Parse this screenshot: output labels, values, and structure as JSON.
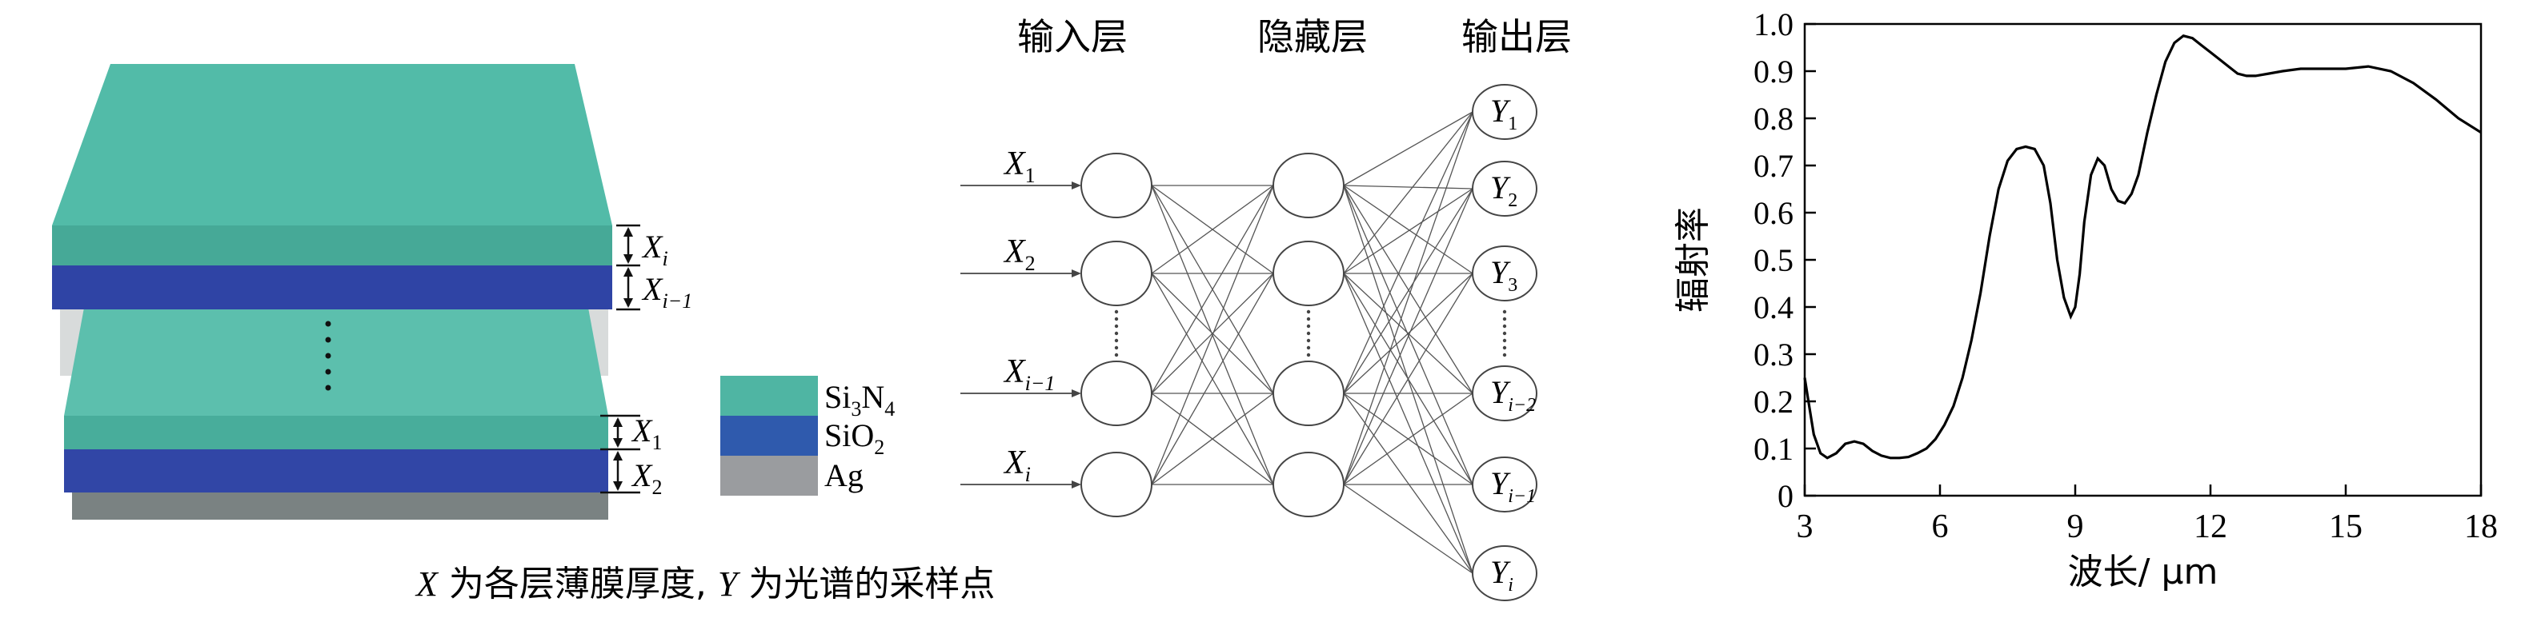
{
  "stack": {
    "xi_label": "X",
    "xi_sub": "i",
    "xi1_label": "X",
    "xi1_sub": "i−1",
    "x1_label": "X",
    "x1_sub": "1",
    "x2_label": "X",
    "x2_sub": "2",
    "dots": "⋮",
    "colors": {
      "si3n4_top": "#52bba8",
      "si3n4_side": "#46a997",
      "sio2": "#3045a6",
      "ag": "#7d8484",
      "gap": "#d6d9d9"
    }
  },
  "legend": {
    "items": [
      {
        "label_main": "Si",
        "label_sub": "3",
        "label_main2": "N",
        "label_sub2": "4",
        "color": "#4fb5a3"
      },
      {
        "label_main": "SiO",
        "label_sub": "2",
        "label_main2": "",
        "label_sub2": "",
        "color": "#2f5aad"
      },
      {
        "label_main": "Ag",
        "label_sub": "",
        "label_main2": "",
        "label_sub2": "",
        "color": "#9a9c9f"
      }
    ]
  },
  "caption": {
    "x_letter": "X",
    "part1": " 为各层薄膜厚度, ",
    "y_letter": "Y",
    "part2": " 为光谱的采样点"
  },
  "network": {
    "input_header": "输入层",
    "hidden_header": "隐藏层",
    "output_header": "输出层",
    "inputs": [
      {
        "main": "X",
        "sub": "1"
      },
      {
        "main": "X",
        "sub": "2"
      },
      {
        "main": "X",
        "sub": "i−1"
      },
      {
        "main": "X",
        "sub": "i"
      }
    ],
    "outputs": [
      {
        "main": "Y",
        "sub": "1"
      },
      {
        "main": "Y",
        "sub": "2"
      },
      {
        "main": "Y",
        "sub": "3"
      },
      {
        "main": "Y",
        "sub": "i−2"
      },
      {
        "main": "Y",
        "sub": "i−1"
      },
      {
        "main": "Y",
        "sub": "i"
      }
    ],
    "ellipsis": "⋮"
  },
  "chart_data": {
    "type": "line",
    "xlabel": "波长/ μm",
    "ylabel": "辐射率",
    "xlim": [
      3,
      18
    ],
    "ylim": [
      0,
      1.0
    ],
    "xticks": [
      "3",
      "6",
      "9",
      "12",
      "15",
      "18"
    ],
    "yticks": [
      "0",
      "0.1",
      "0.2",
      "0.3",
      "0.4",
      "0.5",
      "0.6",
      "0.7",
      "0.8",
      "0.9",
      "1.0"
    ],
    "grid": false,
    "series": [
      {
        "x": [
          3.0,
          3.1,
          3.2,
          3.35,
          3.5,
          3.7,
          3.9,
          4.1,
          4.3,
          4.5,
          4.7,
          4.9,
          5.1,
          5.3,
          5.5,
          5.7,
          5.9,
          6.1,
          6.3,
          6.5,
          6.7,
          6.9,
          7.1,
          7.3,
          7.5,
          7.7,
          7.9,
          8.1,
          8.3,
          8.45,
          8.6,
          8.75,
          8.9,
          9.0,
          9.1,
          9.2,
          9.35,
          9.5,
          9.65,
          9.8,
          9.95,
          10.1,
          10.25,
          10.4,
          10.6,
          10.8,
          11.0,
          11.2,
          11.4,
          11.6,
          11.8,
          12.0,
          12.2,
          12.4,
          12.6,
          12.8,
          13.0,
          13.3,
          13.6,
          14.0,
          14.5,
          15.0,
          15.5,
          16.0,
          16.5,
          17.0,
          17.5,
          18.0
        ],
        "y": [
          0.25,
          0.19,
          0.13,
          0.09,
          0.08,
          0.09,
          0.11,
          0.115,
          0.11,
          0.095,
          0.085,
          0.08,
          0.08,
          0.082,
          0.09,
          0.1,
          0.12,
          0.15,
          0.19,
          0.25,
          0.33,
          0.43,
          0.55,
          0.65,
          0.71,
          0.735,
          0.74,
          0.735,
          0.7,
          0.62,
          0.5,
          0.42,
          0.38,
          0.4,
          0.47,
          0.58,
          0.68,
          0.715,
          0.7,
          0.65,
          0.625,
          0.62,
          0.64,
          0.68,
          0.77,
          0.85,
          0.92,
          0.96,
          0.975,
          0.97,
          0.955,
          0.94,
          0.925,
          0.91,
          0.895,
          0.89,
          0.89,
          0.895,
          0.9,
          0.905,
          0.905,
          0.905,
          0.91,
          0.9,
          0.875,
          0.84,
          0.8,
          0.77
        ]
      }
    ]
  }
}
